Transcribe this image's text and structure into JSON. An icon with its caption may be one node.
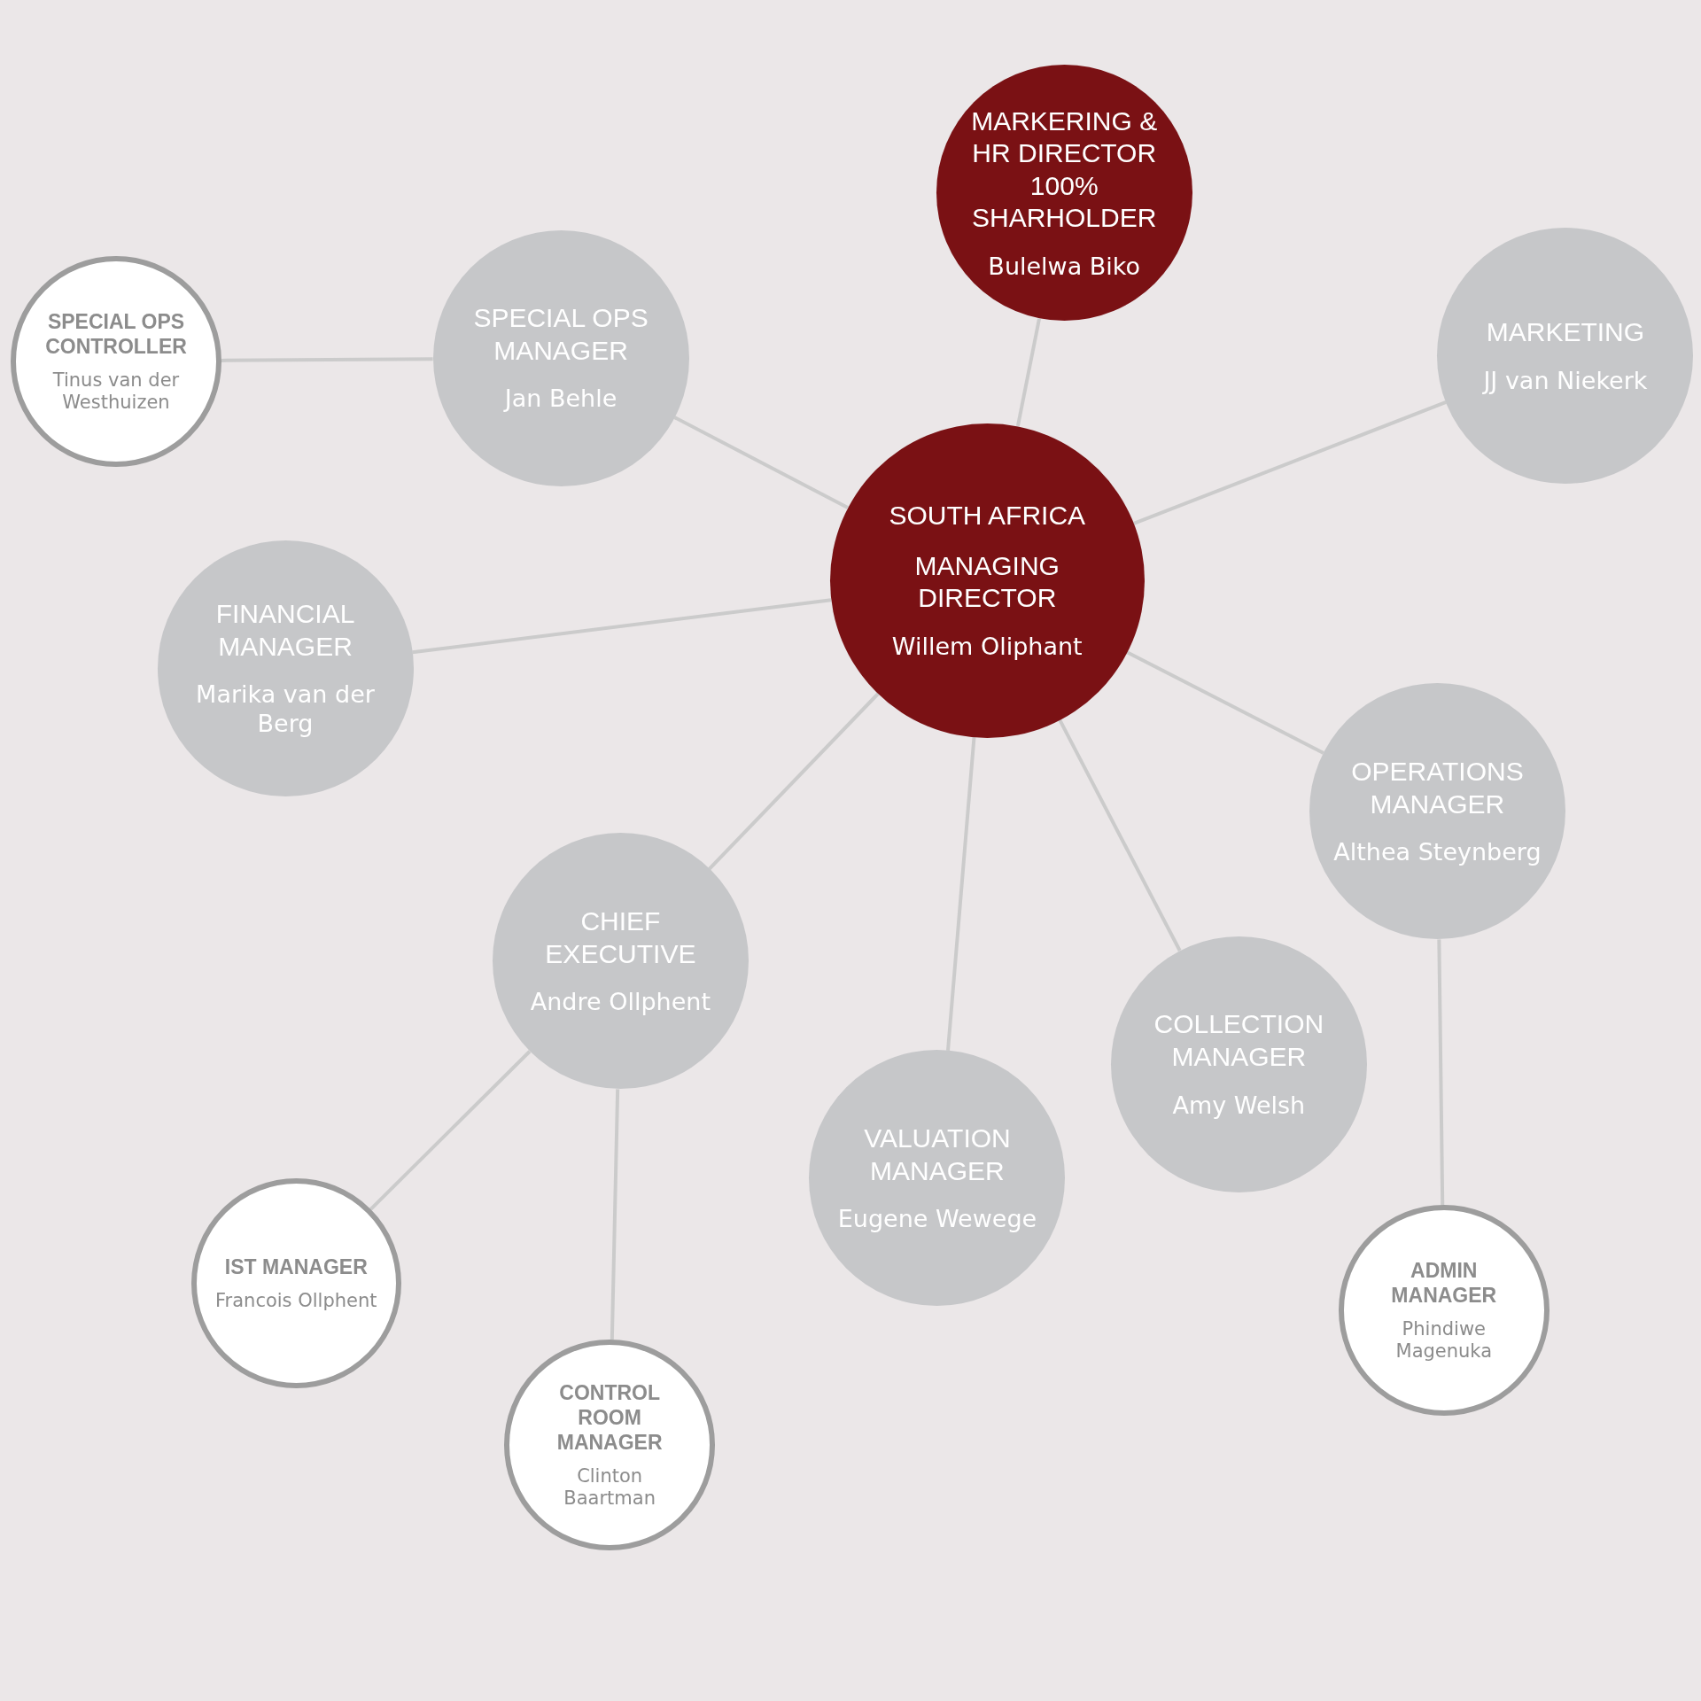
{
  "diagram": {
    "nodes": [
      {
        "text": [
          "MARKERING & HR DIRECTOR 100% SHARHOLDER",
          "Bulelwa Biko"
        ]
      },
      {
        "text": [
          "SPECIAL OPS CONTROLLER",
          "Tinus van der Westhuizen"
        ]
      },
      {
        "text": [
          "SPECIAL OPS MANAGER",
          "Jan Behle"
        ]
      },
      {
        "text": [
          "MARKETING",
          "JJ van Niekerk"
        ]
      },
      {
        "text": [
          "SOUTH AFRICA",
          "MANAGING DIRECTOR",
          "Willem Oliphant"
        ]
      },
      {
        "text": [
          "FINANCIAL MANAGER",
          "Marika van der Berg"
        ]
      },
      {
        "text": [
          "OPERATIONS MANAGER",
          "Althea Steynberg"
        ]
      },
      {
        "text": [
          "CHIEF EXECUTIVE",
          "Andre Ollphent"
        ]
      },
      {
        "text": [
          "COLLECTION MANAGER",
          "Amy Welsh"
        ]
      },
      {
        "text": [
          "VALUATION MANAGER",
          "Eugene Wewege"
        ]
      },
      {
        "text": [
          "IST MANAGER",
          "Francois Ollphent"
        ]
      },
      {
        "text": [
          "CONTROL ROOM MANAGER",
          "Clinton Baartman"
        ]
      },
      {
        "text": [
          "ADMIN MANAGER",
          "Phindiwe Magenuka"
        ]
      }
    ],
    "edges": [
      {
        "from": 4,
        "to": 0,
        "arrow": "none"
      },
      {
        "from": 2,
        "to": 1,
        "arrow": "none"
      },
      {
        "from": 4,
        "to": 2,
        "arrow": "none"
      },
      {
        "from": 4,
        "to": 3,
        "arrow": "none"
      },
      {
        "from": 4,
        "to": 5,
        "arrow": "none"
      },
      {
        "from": 4,
        "to": 6,
        "arrow": "none"
      },
      {
        "from": 4,
        "to": 7,
        "arrow": "none"
      },
      {
        "from": 4,
        "to": 8,
        "arrow": "none"
      },
      {
        "from": 4,
        "to": 9,
        "arrow": "none"
      },
      {
        "from": 7,
        "to": 10,
        "arrow": "none"
      },
      {
        "from": 7,
        "to": 11,
        "arrow": "none"
      },
      {
        "from": 6,
        "to": 12,
        "arrow": "none"
      }
    ]
  }
}
